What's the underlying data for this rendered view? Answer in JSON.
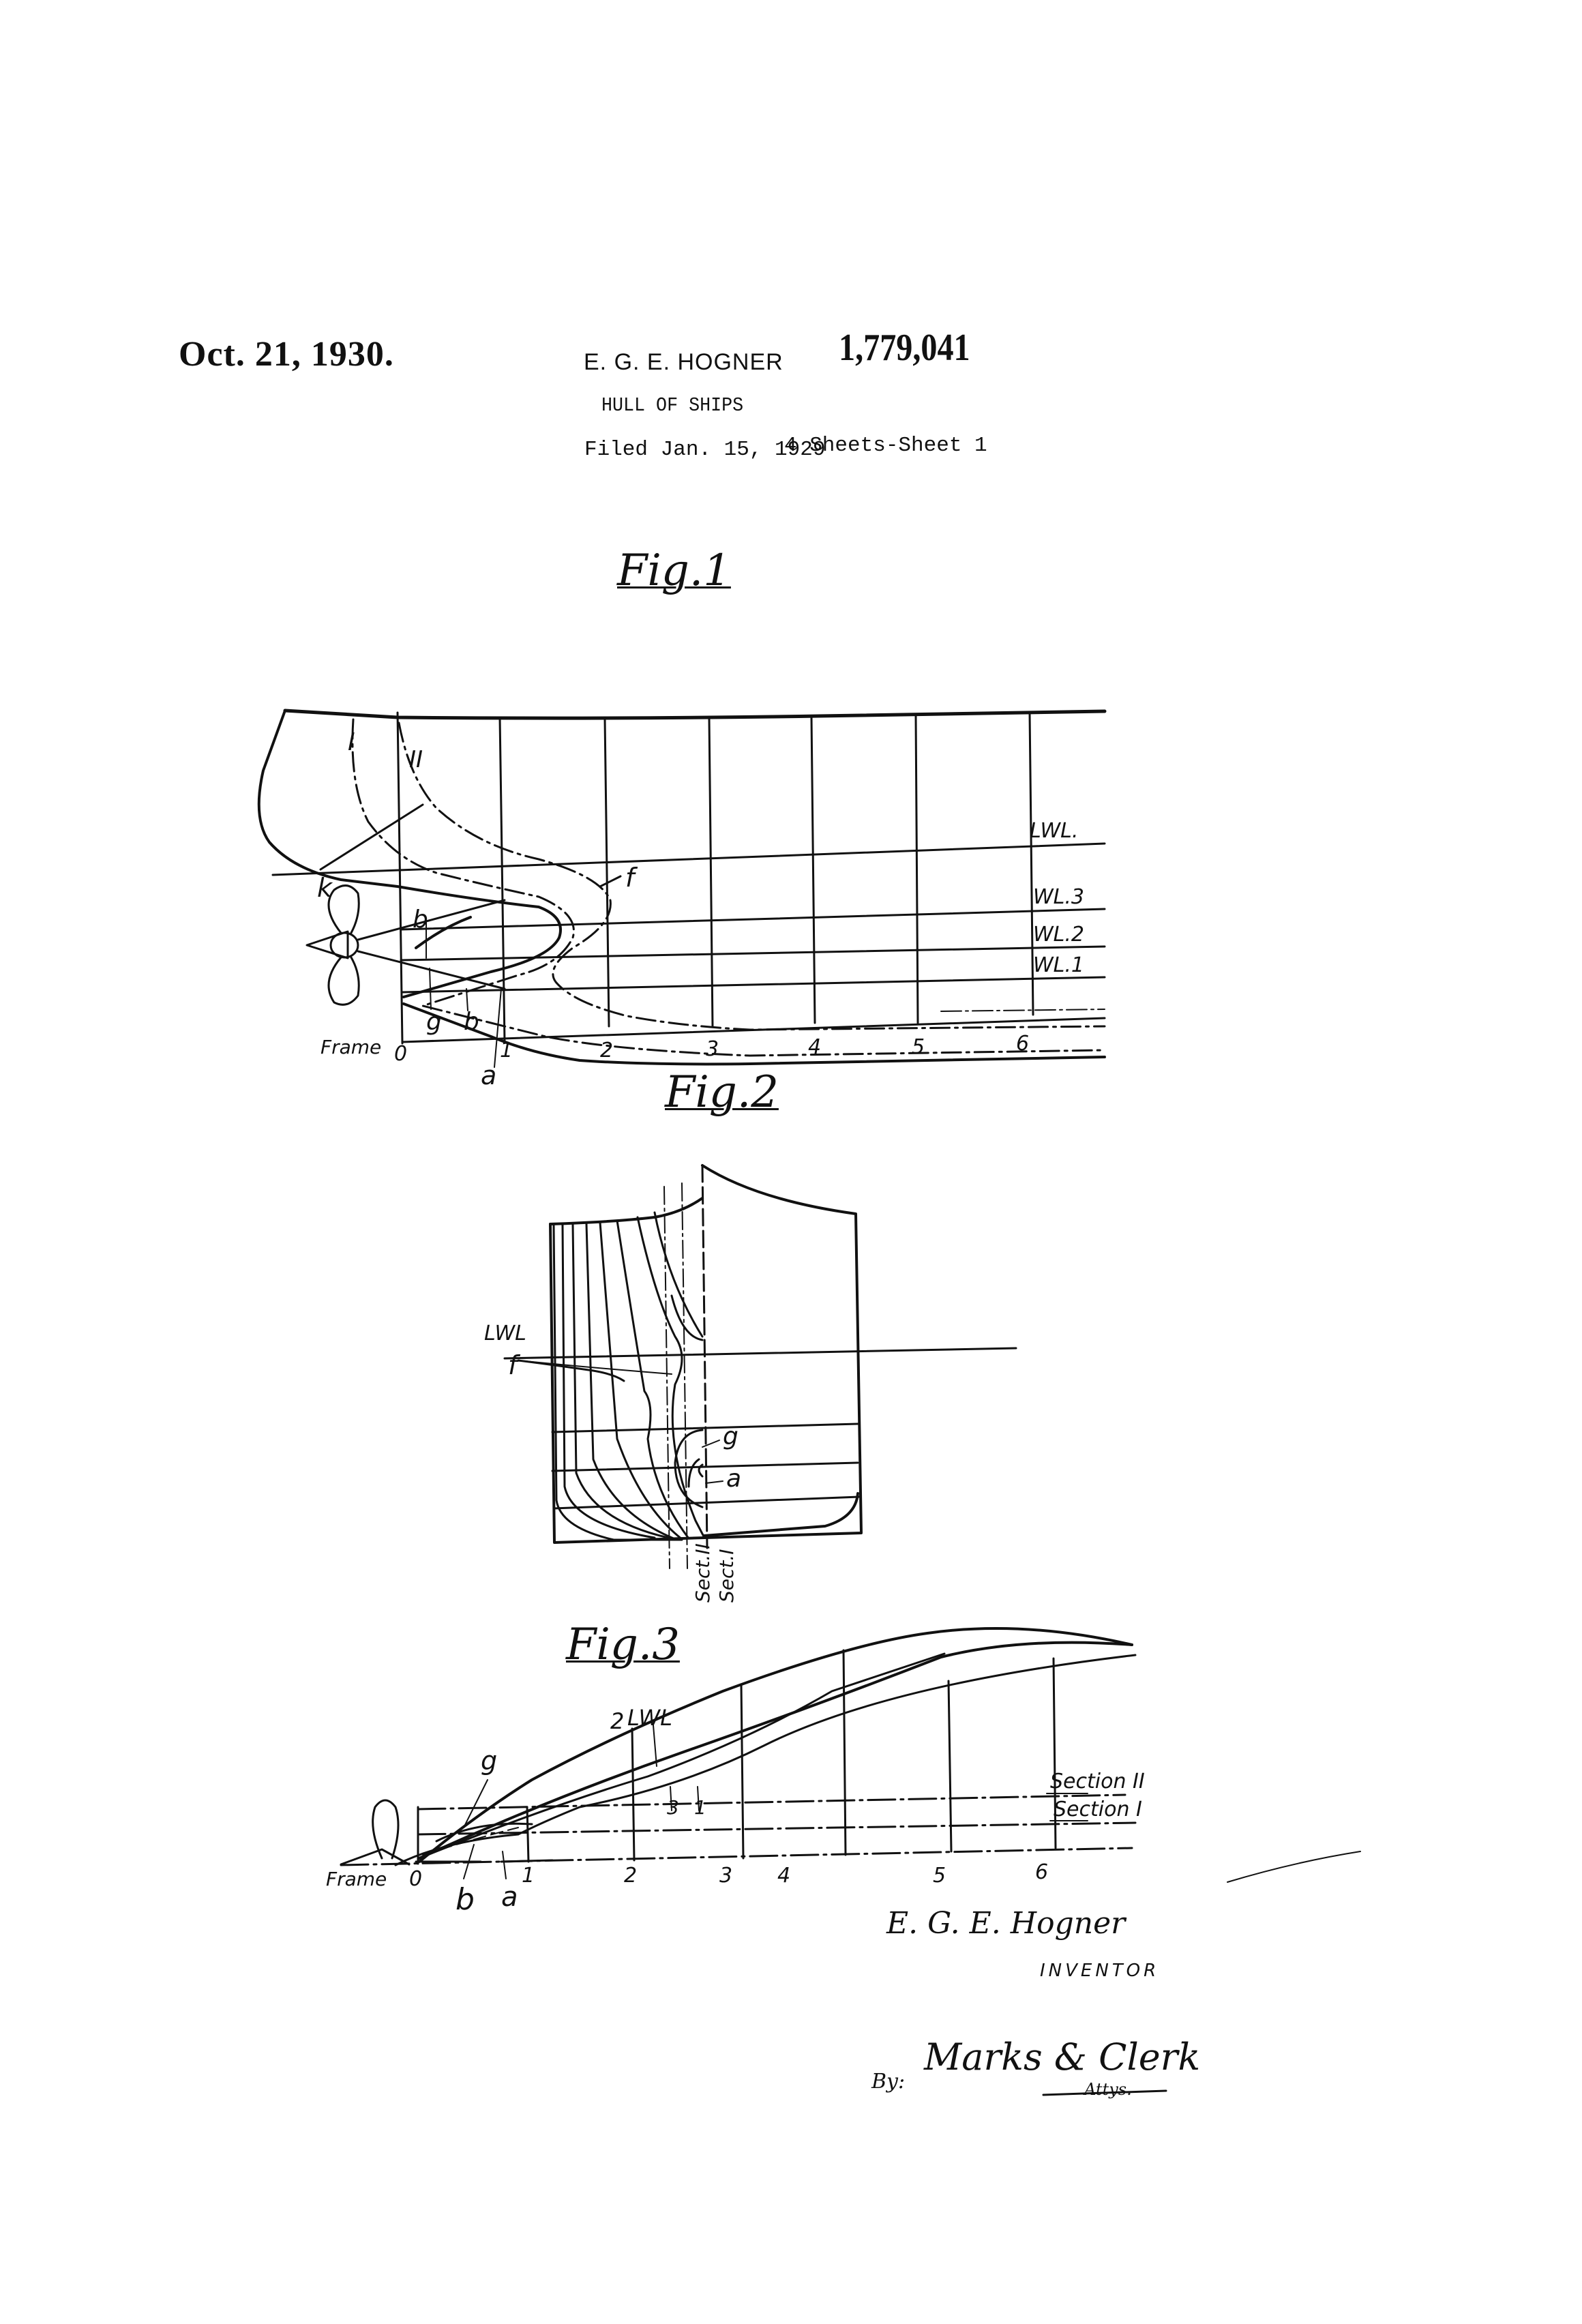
{
  "header": {
    "date": "Oct. 21, 1930.",
    "inventor": "E. G. E. HOGNER",
    "patent_number": "1,779,041",
    "title": "HULL OF SHIPS",
    "filed": "Filed Jan. 15, 1929",
    "sheets": "4 Sheets-Sheet 1"
  },
  "figures": [
    {
      "caption": "Fig.1",
      "labels": {
        "section_I": "I",
        "section_II": "II",
        "k": "k",
        "f": "f",
        "b_top": "b",
        "b_bottom": "b",
        "g": "g",
        "a": "a",
        "frame": "Frame",
        "lwl": "LWL.",
        "wl3": "WL.3",
        "wl2": "WL.2",
        "wl1": "WL.1"
      },
      "frames": [
        "0",
        "1",
        "2",
        "3",
        "4",
        "5",
        "6"
      ]
    },
    {
      "caption": "Fig.2",
      "labels": {
        "lwl": "LWL",
        "f": "f",
        "g": "g",
        "a": "a",
        "sect_II": "Sect.II",
        "sect_I": "Sect.I"
      }
    },
    {
      "caption": "Fig.3",
      "labels": {
        "g": "g",
        "two": "2",
        "lwl": "LWL",
        "three": "3",
        "one": "1",
        "section_II": "Section II",
        "section_I": "Section I",
        "frame": "Frame",
        "b": "b",
        "a": "a"
      },
      "frames": [
        "0",
        "1",
        "2",
        "3",
        "4",
        "5",
        "6"
      ]
    }
  ],
  "signatures": {
    "inventor_signature": "E. G. E. Hogner",
    "inventor_role": "INVENTOR",
    "by": "By:",
    "attorney_signature": "Marks & Clerk",
    "attorney_role": "Attys."
  }
}
